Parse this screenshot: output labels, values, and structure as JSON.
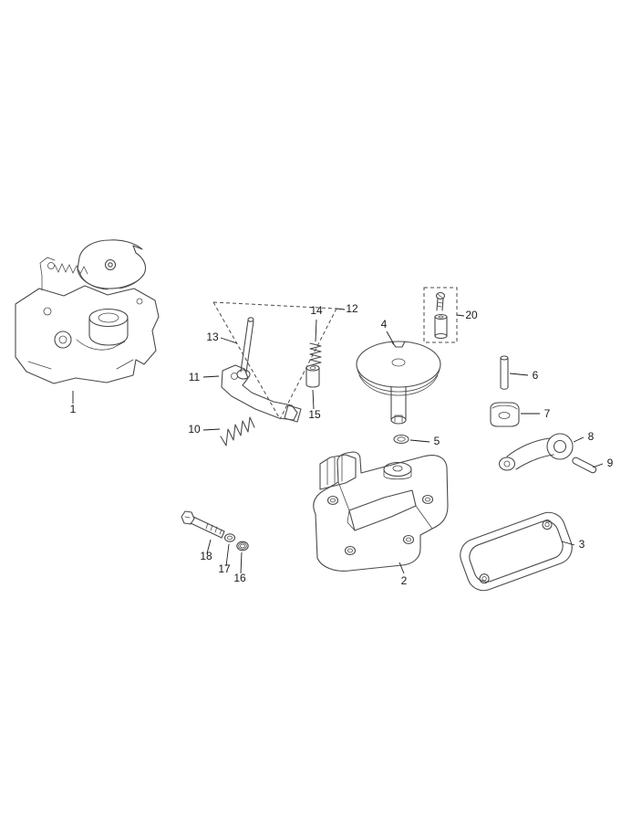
{
  "diagram": {
    "background": "#ffffff",
    "stroke_color": "#4a4a4a",
    "label_color": "#1a1a1a",
    "callouts": [
      {
        "label": "1"
      },
      {
        "label": "2"
      },
      {
        "label": "3"
      },
      {
        "label": "4"
      },
      {
        "label": "5"
      },
      {
        "label": "6"
      },
      {
        "label": "7"
      },
      {
        "label": "8"
      },
      {
        "label": "9"
      },
      {
        "label": "10"
      },
      {
        "label": "11"
      },
      {
        "label": "12"
      },
      {
        "label": "13"
      },
      {
        "label": "14"
      },
      {
        "label": "15"
      },
      {
        "label": "16"
      },
      {
        "label": "17"
      },
      {
        "label": "18"
      },
      {
        "label": "20"
      }
    ]
  }
}
